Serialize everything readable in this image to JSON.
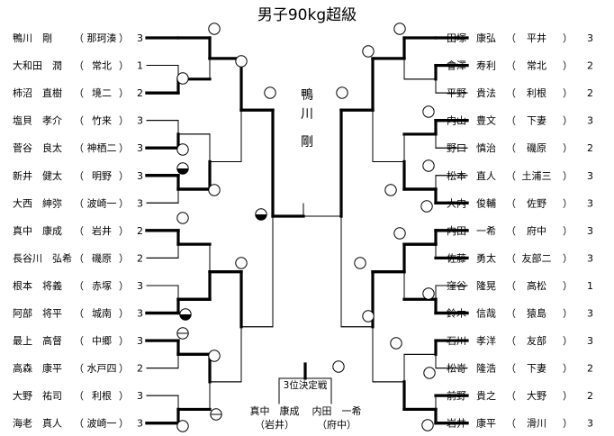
{
  "title": "男子90kg超級",
  "winner": {
    "chars": [
      "鴨",
      "川",
      "剛"
    ]
  },
  "third_place": {
    "label": "3位決定戦",
    "player_a": {
      "name": "真中　康成",
      "club": "（岩井）"
    },
    "player_b": {
      "name": "内田　一希",
      "club": "（府中）"
    }
  },
  "left_players": [
    {
      "name": "鴨川　剛",
      "club": "那珂湊",
      "score": "3"
    },
    {
      "name": "大和田　潤",
      "club": "常北",
      "score": "1"
    },
    {
      "name": "柿沼　直樹",
      "club": "境二",
      "score": "2"
    },
    {
      "name": "塩貝　孝介",
      "club": "竹来",
      "score": "3"
    },
    {
      "name": "菅谷　良太",
      "club": "神栖二",
      "score": "3"
    },
    {
      "name": "新井　健太",
      "club": "明野",
      "score": "3"
    },
    {
      "name": "大西　紳弥",
      "club": "波崎一",
      "score": "3"
    },
    {
      "name": "真中　康成",
      "club": "岩井",
      "score": "2"
    },
    {
      "name": "長谷川　弘希",
      "club": "磯原",
      "score": "2"
    },
    {
      "name": "根本　将義",
      "club": "赤塚",
      "score": "3"
    },
    {
      "name": "阿部　将平",
      "club": "城南",
      "score": "3"
    },
    {
      "name": "最上　高督",
      "club": "中郷",
      "score": "3"
    },
    {
      "name": "高森　康平",
      "club": "水戸四",
      "score": "2"
    },
    {
      "name": "大野　祐司",
      "club": "利根",
      "score": "3"
    },
    {
      "name": "海老　真人",
      "club": "波崎一",
      "score": "3"
    }
  ],
  "right_players": [
    {
      "name": "田塚　康弘",
      "club": "平井",
      "score": "3"
    },
    {
      "name": "會澤　寿利",
      "club": "常北",
      "score": "2"
    },
    {
      "name": "平野　貴法",
      "club": "利根",
      "score": "2"
    },
    {
      "name": "内山　豊文",
      "club": "下妻",
      "score": "3"
    },
    {
      "name": "野口　慎治",
      "club": "磯原",
      "score": "2"
    },
    {
      "name": "松本　直人",
      "club": "土浦三",
      "score": "3"
    },
    {
      "name": "大内　俊輔",
      "club": "佐野",
      "score": "3"
    },
    {
      "name": "内田　一希",
      "club": "府中",
      "score": "3"
    },
    {
      "name": "佐藤　勇太",
      "club": "友部二",
      "score": "3"
    },
    {
      "name": "窪谷　隆晃",
      "club": "高松",
      "score": "1"
    },
    {
      "name": "鈴木　信哉",
      "club": "猿島",
      "score": "3"
    },
    {
      "name": "石川　孝洋",
      "club": "友部",
      "score": "3"
    },
    {
      "name": "松嵜　隆浩",
      "club": "下妻",
      "score": "2"
    },
    {
      "name": "前野　貴之",
      "club": "大野",
      "score": "2"
    },
    {
      "name": "岩井　康平",
      "club": "滑川",
      "score": "3"
    }
  ]
}
